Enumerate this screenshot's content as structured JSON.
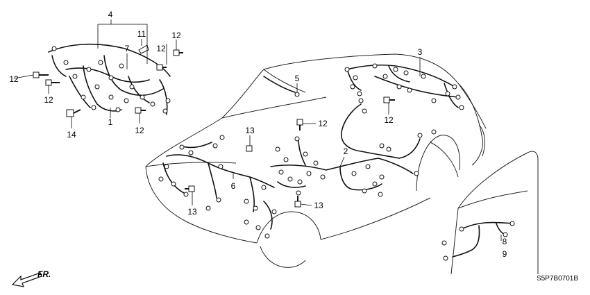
{
  "callouts": {
    "c1": "1",
    "c2": "2",
    "c3": "3",
    "c4": "4",
    "c5": "5",
    "c6": "6",
    "c7": "7",
    "c8": "8",
    "c9": "9",
    "c11": "11",
    "c12a": "12",
    "c12b": "12",
    "c12c": "12",
    "c12d": "12",
    "c12e": "12",
    "c12f": "12",
    "c12g": "12",
    "c13a": "13",
    "c13b": "13",
    "c13c": "13",
    "c14": "14"
  },
  "front_indicator": "FR.",
  "diagram_code": "S5P7B0701B"
}
